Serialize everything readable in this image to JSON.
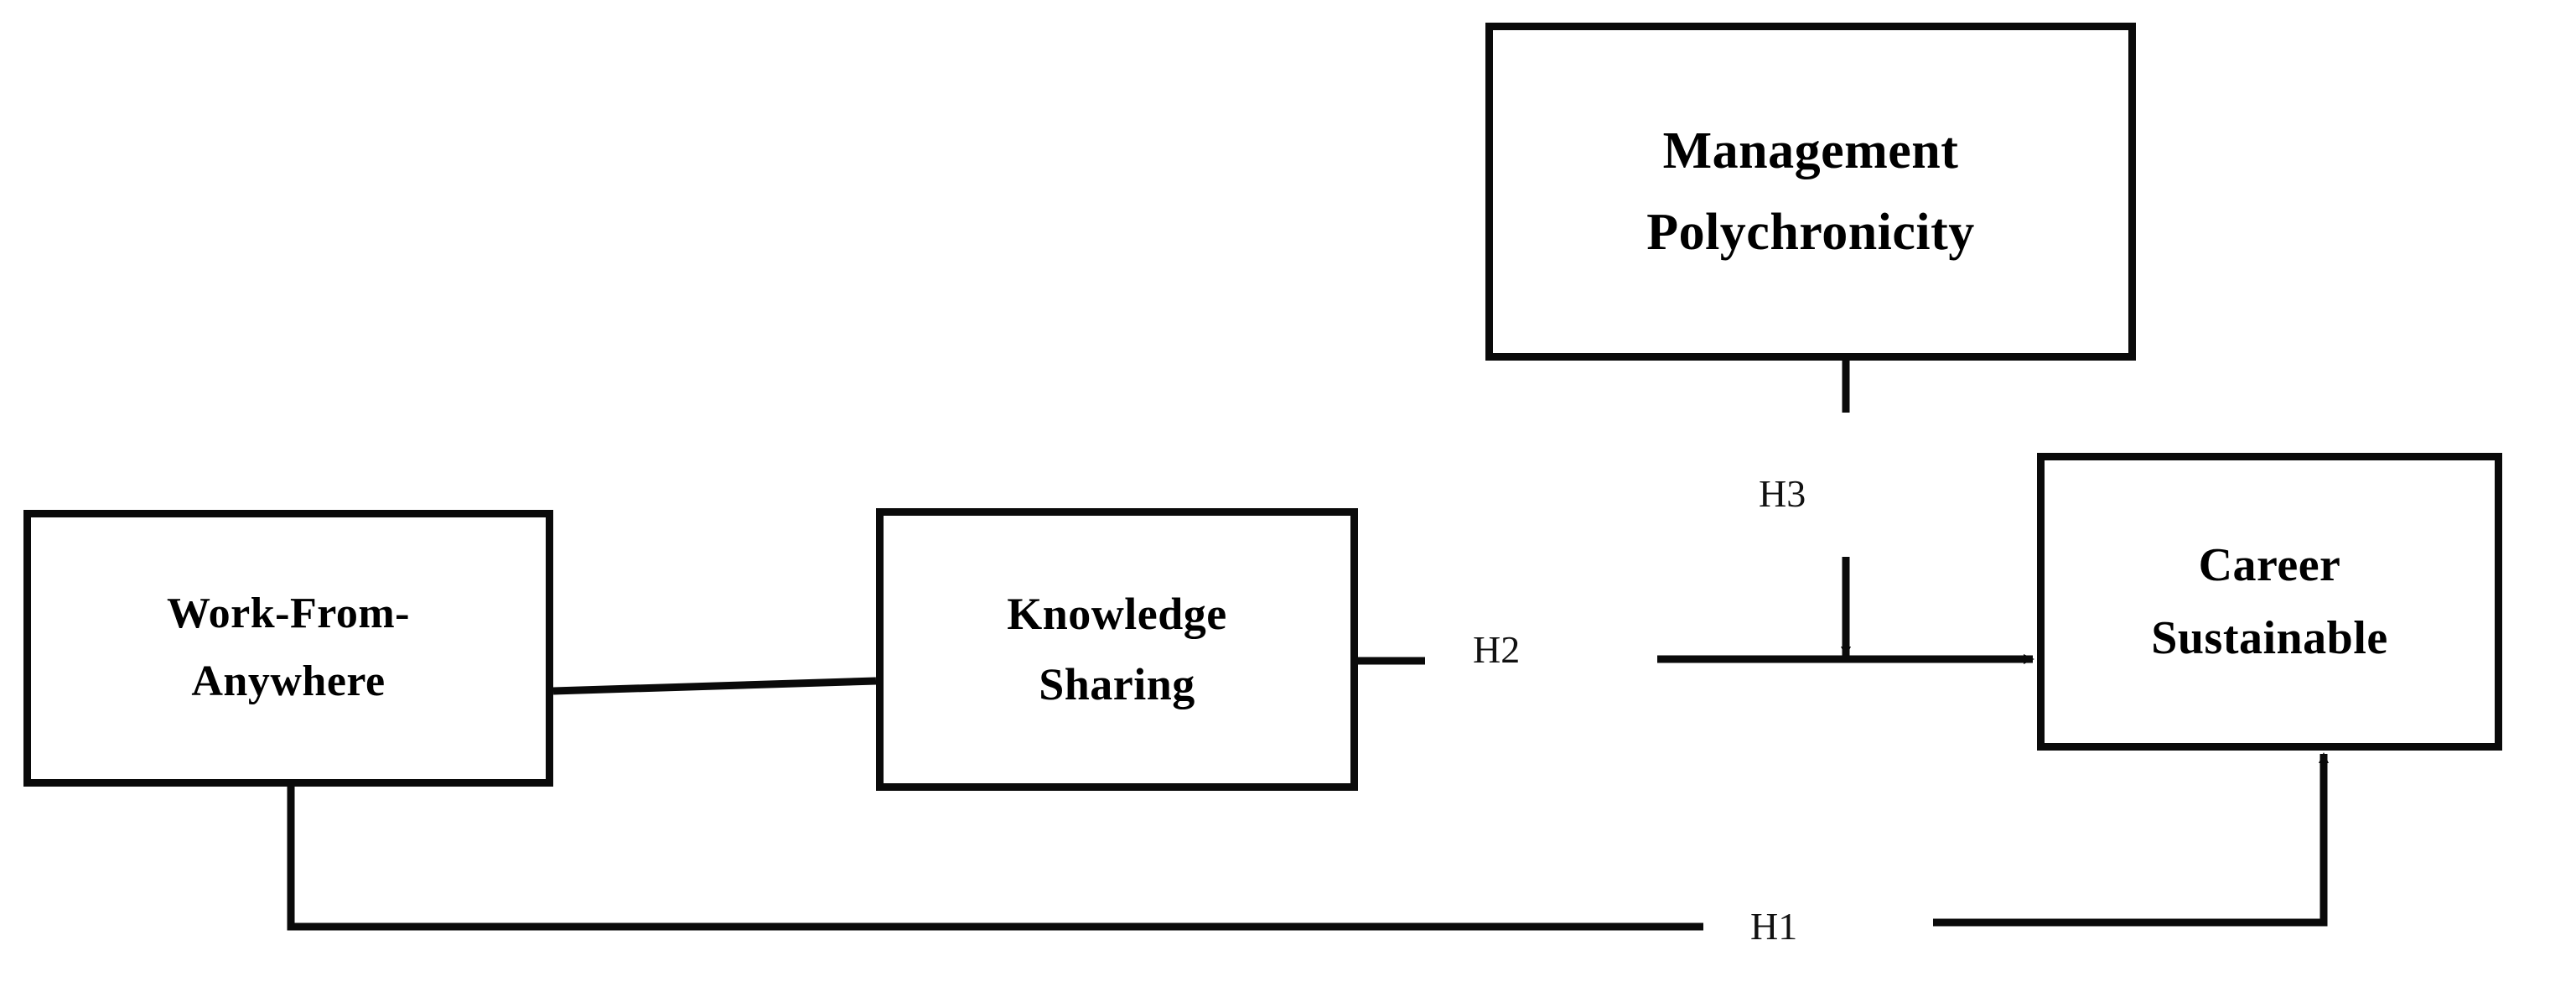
{
  "diagram": {
    "type": "conceptual-framework",
    "title": "Work-From-Anywhere conceptual research model",
    "background_color": "#ffffff",
    "line_color": "#0a0a0a",
    "text_color": "#000000",
    "nodes": [
      {
        "id": "work-from-anywhere",
        "line1": "Work-From-",
        "line2": "Anywhere",
        "role": "independent variable"
      },
      {
        "id": "knowledge-sharing",
        "line1": "Knowledge",
        "line2": "Sharing",
        "role": "mediator"
      },
      {
        "id": "management-polychronicity",
        "line1": "Management",
        "line2": "Polychronicity",
        "role": "moderator"
      },
      {
        "id": "career-sustainable",
        "line1": "Career",
        "line2": "Sustainable",
        "role": "dependent variable"
      }
    ],
    "hypotheses": [
      {
        "id": "H1",
        "label": "H1",
        "from": "work-from-anywhere",
        "to": "career-sustainable",
        "kind": "direct effect"
      },
      {
        "id": "H2",
        "label": "H2",
        "from": "knowledge-sharing",
        "to": "career-sustainable",
        "kind": "mediated effect"
      },
      {
        "id": "H3",
        "label": "H3",
        "from": "management-polychronicity",
        "to": "knowledge-sharing-to-career-sustainable path",
        "kind": "moderating effect"
      }
    ],
    "links": [
      {
        "id": "wfa-to-ks",
        "from": "work-from-anywhere",
        "to": "knowledge-sharing",
        "arrow": false
      },
      {
        "id": "ks-to-cs",
        "from": "knowledge-sharing",
        "to": "career-sustainable",
        "arrow": true,
        "label": "H2"
      },
      {
        "id": "mp-to-path",
        "from": "management-polychronicity",
        "to": "ks-to-cs",
        "arrow": true,
        "label": "H3"
      },
      {
        "id": "wfa-to-cs",
        "from": "work-from-anywhere",
        "to": "career-sustainable",
        "arrow": true,
        "label": "H1"
      }
    ]
  }
}
